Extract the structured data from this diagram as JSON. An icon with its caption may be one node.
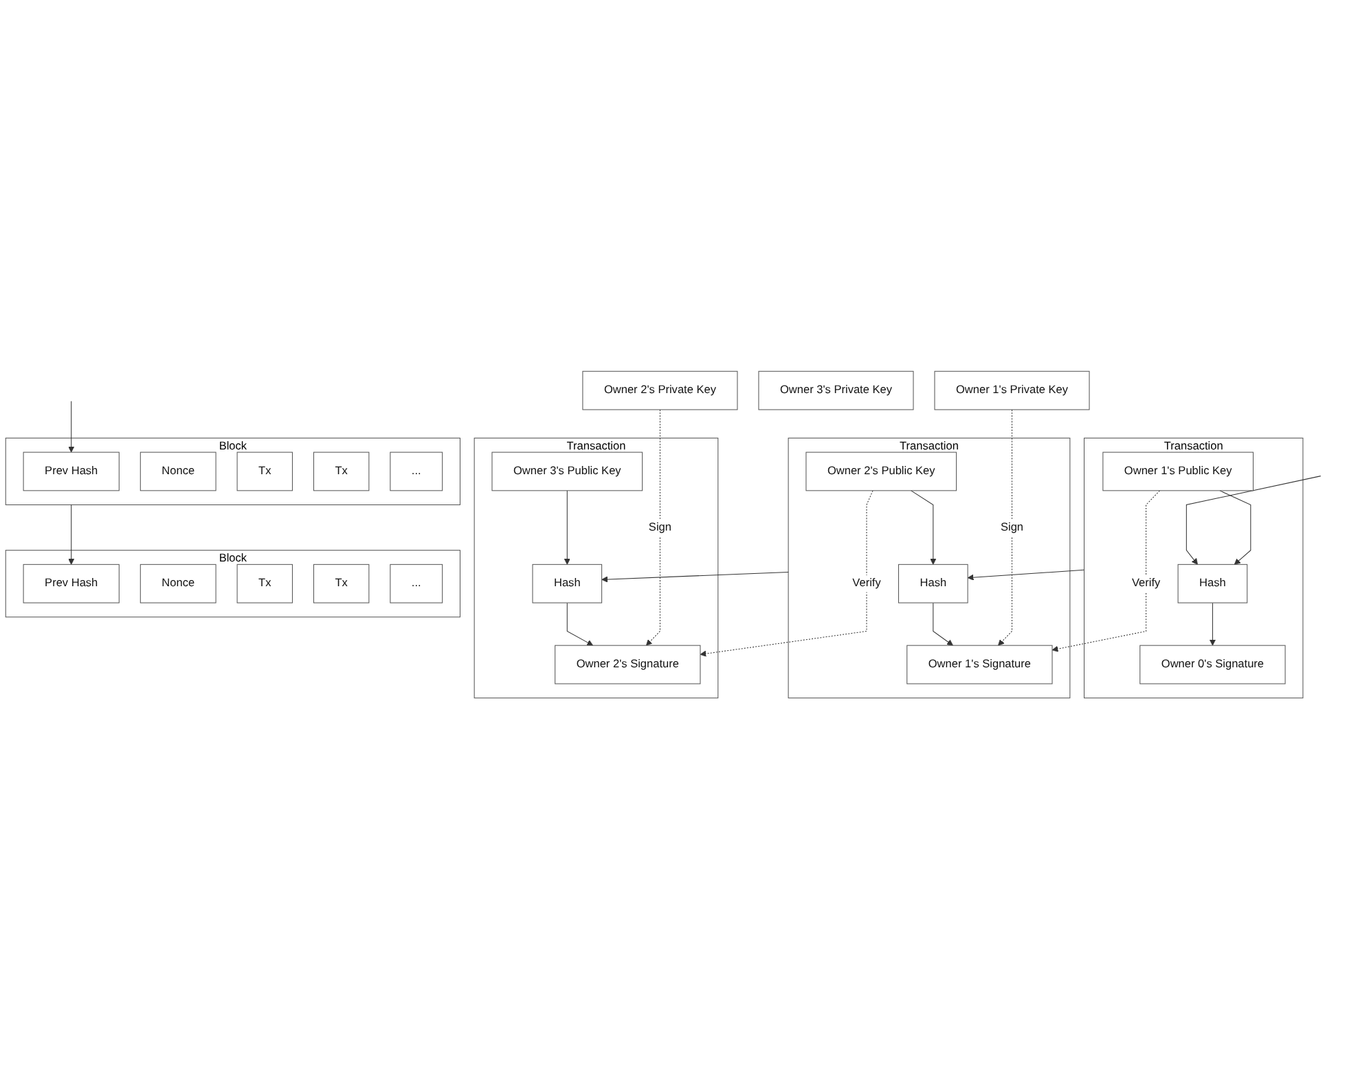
{
  "diagram": {
    "nodes": [
      {
        "text": [
          "Transaction"
        ]
      },
      {
        "text": [
          "Owner 1's Public Key"
        ],
        "in": 0
      },
      {
        "text": [
          "Hash"
        ],
        "in": 0
      },
      {
        "text": [
          "Owner 0's Signature"
        ],
        "in": 0
      },
      {
        "text": [
          "Transaction"
        ]
      },
      {
        "text": [
          "Owner 2's Public Key"
        ],
        "in": 4
      },
      {
        "text": [
          "Hash"
        ],
        "in": 4
      },
      {
        "text": [
          "Owner 1's Signature"
        ],
        "in": 4
      },
      {
        "text": [
          "Transaction"
        ]
      },
      {
        "text": [
          "Owner 3's Public Key"
        ],
        "in": 8
      },
      {
        "text": [
          "Hash"
        ],
        "in": 8
      },
      {
        "text": [
          "Owner 2's Signature"
        ],
        "in": 8
      },
      {
        "text": [
          "Owner 1's Private Key"
        ]
      },
      {
        "text": [
          "Owner 2's Private Key"
        ]
      },
      {
        "text": [
          "Owner 3's Private Key"
        ]
      },
      {
        "text": [
          "Block"
        ]
      },
      {
        "text": [
          "Prev Hash"
        ],
        "in": 15
      },
      {
        "text": [
          "Nonce"
        ],
        "in": 15
      },
      {
        "text": [
          "Tx"
        ],
        "in": 15
      },
      {
        "text": [
          "Tx"
        ],
        "in": 15
      },
      {
        "text": [
          "..."
        ],
        "in": 15
      },
      {
        "text": [
          "Block"
        ]
      },
      {
        "text": [
          "Prev Hash"
        ],
        "in": 21
      },
      {
        "text": [
          "Nonce"
        ],
        "in": 21
      },
      {
        "text": [
          "Tx"
        ],
        "in": 21
      },
      {
        "text": [
          "Tx"
        ],
        "in": 21
      },
      {
        "text": [
          "..."
        ],
        "in": 21
      }
    ],
    "edges": [
      {
        "from": null,
        "to": 2,
        "arrow": "to"
      },
      {
        "from": 1,
        "to": 2,
        "arrow": "to"
      },
      {
        "from": 2,
        "to": 3,
        "arrow": "to"
      },
      {
        "from": 0,
        "to": 6,
        "arrow": "to"
      },
      {
        "from": 5,
        "to": 6,
        "arrow": "to"
      },
      {
        "from": 6,
        "to": 7,
        "arrow": "to"
      },
      {
        "from": 1,
        "to": 7,
        "arrow": "to",
        "label": "Verify",
        "style": "dashed"
      },
      {
        "from": 12,
        "to": 7,
        "arrow": "to",
        "label": "Sign",
        "style": "dashed"
      },
      {
        "from": 4,
        "to": 10,
        "arrow": "to"
      },
      {
        "from": 9,
        "to": 10,
        "arrow": "to"
      },
      {
        "from": 10,
        "to": 11,
        "arrow": "to"
      },
      {
        "from": 5,
        "to": 11,
        "arrow": "to",
        "label": "Verify",
        "style": "dashed"
      },
      {
        "from": 13,
        "to": 11,
        "arrow": "to",
        "label": "Sign",
        "style": "dashed"
      },
      {
        "from": null,
        "to": 16,
        "arrow": "to"
      },
      {
        "from": 15,
        "to": 22,
        "arrow": "to"
      }
    ]
  }
}
